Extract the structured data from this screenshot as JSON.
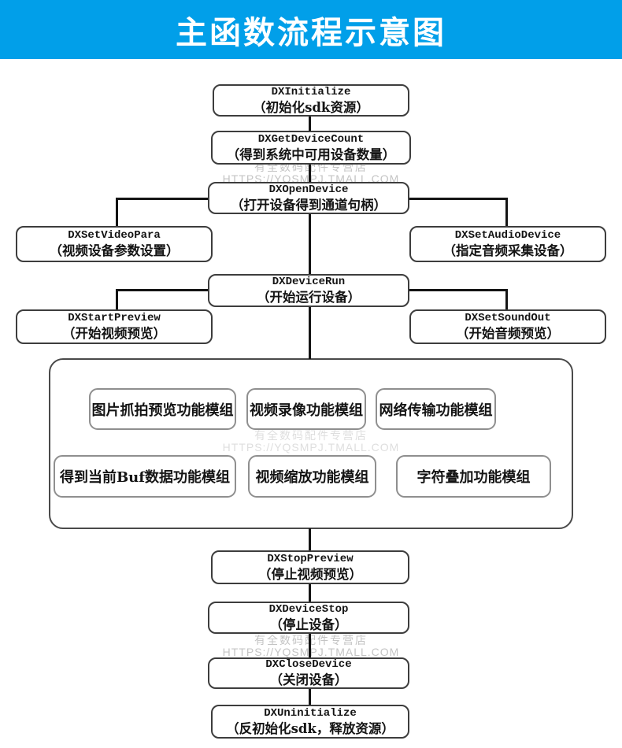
{
  "header": {
    "title": "主函数流程示意图"
  },
  "colors": {
    "banner_bg": "#019FE9",
    "banner_fg": "#FFFFFF",
    "line": "#141414",
    "watermark": "#C4C4C4"
  },
  "watermark": {
    "line1": "有全数码配件专营店",
    "line2": "HTTPS://YQSMPJ.TMALL.COM"
  },
  "nodes": {
    "initialize": {
      "fn": "DXInitialize",
      "desc": "（初始化sdk资源）"
    },
    "get_device_count": {
      "fn": "DXGetDeviceCount",
      "desc": "（得到系统中可用设备数量）"
    },
    "open_device": {
      "fn": "DXOpenDevice",
      "desc": "（打开设备得到通道句柄）"
    },
    "set_video_para": {
      "fn": "DXSetVideoPara",
      "desc": "（视频设备参数设置）"
    },
    "set_audio_device": {
      "fn": "DXSetAudioDevice",
      "desc": "（指定音频采集设备）"
    },
    "device_run": {
      "fn": "DXDeviceRun",
      "desc": "（开始运行设备）"
    },
    "start_preview": {
      "fn": "DXStartPreview",
      "desc": "（开始视频预览）"
    },
    "set_sound_out": {
      "fn": "DXSetSoundOut",
      "desc": "（开始音频预览）"
    },
    "stop_preview": {
      "fn": "DXStopPreview",
      "desc": "（停止视频预览）"
    },
    "device_stop": {
      "fn": "DXDeviceStop",
      "desc": "（停止设备）"
    },
    "close_device": {
      "fn": "DXCloseDevice",
      "desc": "（关闭设备）"
    },
    "uninitialize": {
      "fn": "DXUninitialize",
      "desc": "（反初始化sdk，释放资源）"
    }
  },
  "modules": {
    "row1": [
      "图片抓拍预览功能模组",
      "视频录像功能模组",
      "网络传输功能模组"
    ],
    "row2": [
      "得到当前Buf数据功能模组",
      "视频缩放功能模组",
      "字符叠加功能模组"
    ]
  }
}
